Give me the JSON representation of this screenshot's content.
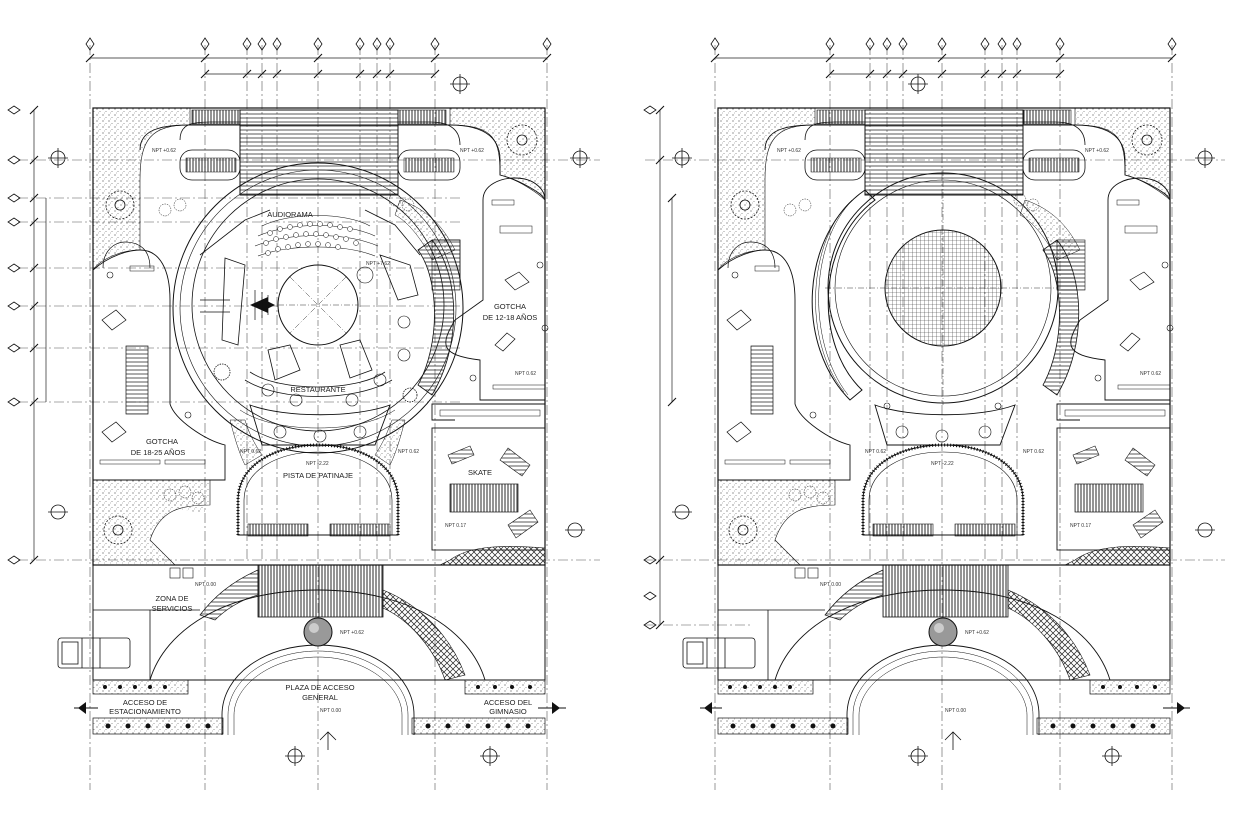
{
  "left_plan": {
    "labels": {
      "audiorama": "AUDIORAMA",
      "restaurante": "RESTAURANTE",
      "gotcha_small_1": "GOTCHA",
      "gotcha_small_2": "DE 18-25 AÑOS",
      "gotcha_big_1": "GOTCHA",
      "gotcha_big_2": "DE 12-18 AÑOS",
      "pista": "PISTA DE PATINAJE",
      "skate": "SKATE",
      "zona_1": "ZONA DE",
      "zona_2": "SERVICIOS",
      "plaza_1": "PLAZA DE ACCESO",
      "plaza_2": "GENERAL",
      "acc_est_1": "ACCESO DE",
      "acc_est_2": "ESTACIONAMIENTO",
      "acc_gim_1": "ACCESO DEL",
      "acc_gim_2": "GIMNASIO"
    },
    "levels": {
      "n1": "NPT +0.62",
      "n2": "NPT +0.62",
      "n3": "NPT +7.62",
      "n4": "NPT 0.62",
      "n5": "NPT 0.62",
      "n6": "NPT -2.22",
      "n7": "NPT 0.62",
      "n8": "NPT 0.17",
      "n9": "NPT 0.00",
      "n10": "NPT +0.62",
      "n11": "NPT 0.00"
    }
  },
  "right_plan": {
    "levels": {
      "n1": "NPT +0.62",
      "n2": "NPT +0.62",
      "n3": "NPT 0.62",
      "n4": "NPT 0.62",
      "n5": "NPT -2.22",
      "n6": "NPT 0.62",
      "n7": "NPT 0.17",
      "n8": "NPT 0.00",
      "n9": "NPT +0.62",
      "n10": "NPT 0.00"
    }
  },
  "colors": {
    "line": "#1a1a1a",
    "axis": "#444444",
    "background": "#ffffff"
  }
}
